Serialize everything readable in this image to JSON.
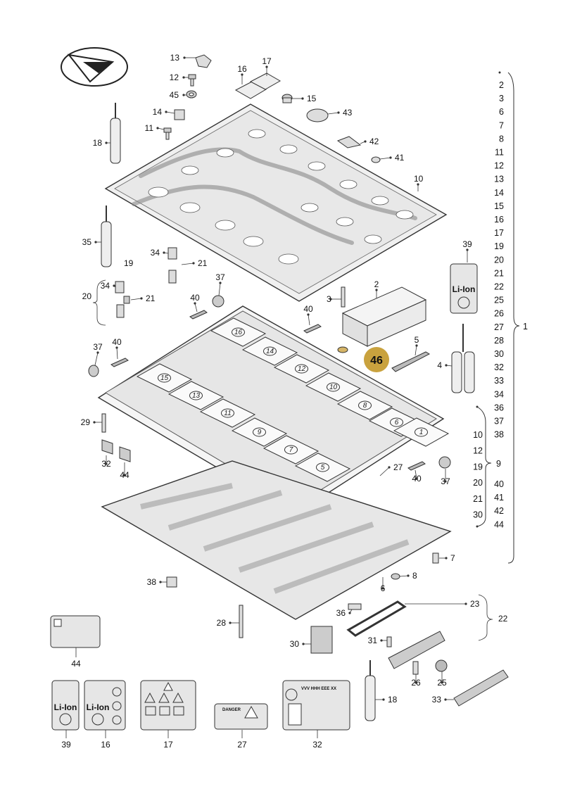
{
  "parts_list": [
    "2",
    "3",
    "6",
    "7",
    "8",
    "11",
    "12",
    "13",
    "14",
    "15",
    "16",
    "17",
    "19",
    "20",
    "21",
    "22",
    "25",
    "26",
    "27",
    "28",
    "30",
    "32",
    "33",
    "34",
    "36",
    "37",
    "38"
  ],
  "group_label": "1",
  "sub_list": [
    "10",
    "12",
    "19",
    "20",
    "21",
    "30"
  ],
  "sub_list_right": [
    "40",
    "41",
    "42",
    "44"
  ],
  "sub_label": "9",
  "highlight_label": "46",
  "callouts": {
    "c13": "13",
    "c12": "12",
    "c45": "45",
    "c16": "16",
    "c17": "17",
    "c15": "15",
    "c43": "43",
    "c14": "14",
    "c11": "11",
    "c18": "18",
    "c42": "42",
    "c41": "41",
    "c10": "10",
    "c35": "35",
    "c19": "19",
    "c34a": "34",
    "c21a": "21",
    "c20": "20",
    "c34b": "34",
    "c21b": "21",
    "c37a": "37",
    "c40a": "40",
    "c3": "3",
    "c2": "2",
    "c39": "39",
    "c40b": "40",
    "c37b": "37",
    "c40c": "40",
    "c5": "5",
    "c4": "4",
    "c29": "29",
    "c32": "32",
    "c44": "44",
    "c27": "27",
    "c40d": "40",
    "c37c": "37",
    "c7": "7",
    "c38": "38",
    "c8": "8",
    "c6": "6",
    "c36": "36",
    "c23": "23",
    "c22": "22",
    "c28": "28",
    "c31": "31",
    "c30": "30",
    "c26": "26",
    "c25": "25",
    "c18b": "18",
    "c33": "33",
    "b44": "44",
    "b39": "39",
    "b16": "16",
    "b17": "17",
    "b27": "27",
    "b32": "32"
  },
  "cell_numbers": [
    "16",
    "14",
    "12",
    "10",
    "8",
    "6",
    "1",
    "15",
    "13",
    "11",
    "9",
    "7",
    "5"
  ],
  "label_liion_a": "Li-Ion",
  "label_liion_b": "Li-Ion",
  "label_liion_c": "Li-Ion",
  "label_danger": "DANGER",
  "label_vin": "VVV HHH EEE XX"
}
